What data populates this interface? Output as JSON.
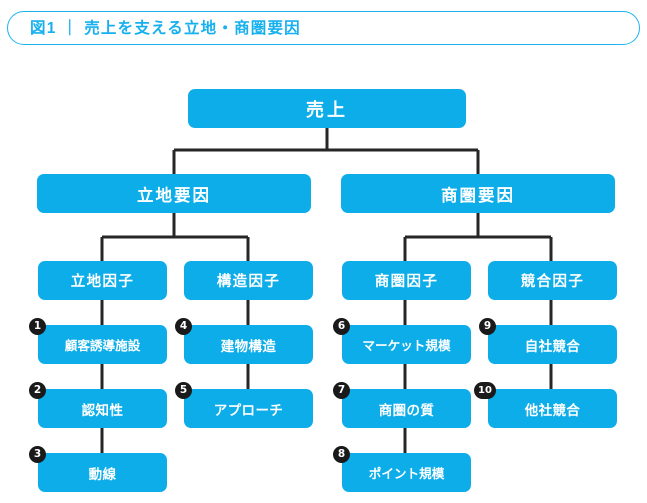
{
  "title": {
    "figure_label": "図1",
    "separator": "|",
    "heading": "売上を支える立地・商圏要因",
    "full_text": "図1 ｜ 売上を支える立地・商圏要因",
    "accent_color": "#17b0ee"
  },
  "colors": {
    "node_fill": "#0cade9",
    "node_text": "#ffffff",
    "connector": "#262626",
    "badge_fill": "#1a1a1a",
    "badge_text": "#ffffff",
    "background": "#ffffff"
  },
  "diagram": {
    "type": "tree",
    "root": {
      "id": "root",
      "label": "売上"
    },
    "branches": [
      {
        "id": "branch-location",
        "label": "立地要因",
        "groups": [
          {
            "id": "group-location-factor",
            "label": "立地因子",
            "leaves": [
              {
                "number": "1",
                "label": "顧客誘導施設"
              },
              {
                "number": "2",
                "label": "認知性"
              },
              {
                "number": "3",
                "label": "動線"
              }
            ]
          },
          {
            "id": "group-structure-factor",
            "label": "構造因子",
            "leaves": [
              {
                "number": "4",
                "label": "建物構造"
              },
              {
                "number": "5",
                "label": "アプローチ"
              }
            ]
          }
        ]
      },
      {
        "id": "branch-trade-area",
        "label": "商圏要因",
        "groups": [
          {
            "id": "group-trade-factor",
            "label": "商圏因子",
            "leaves": [
              {
                "number": "6",
                "label": "マーケット規模"
              },
              {
                "number": "7",
                "label": "商圏の質"
              },
              {
                "number": "8",
                "label": "ポイント規模"
              }
            ]
          },
          {
            "id": "group-competition-factor",
            "label": "競合因子",
            "leaves": [
              {
                "number": "9",
                "label": "自社競合"
              },
              {
                "number": "10",
                "label": "他社競合"
              }
            ]
          }
        ]
      }
    ]
  }
}
